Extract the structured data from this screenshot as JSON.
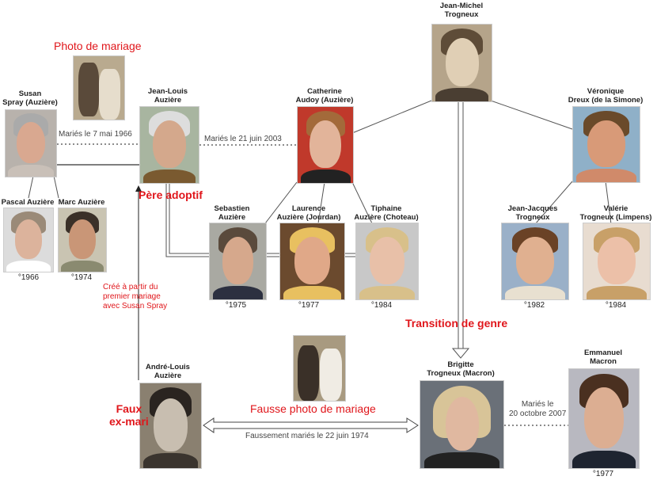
{
  "people": {
    "susan": {
      "name_1": "Susan",
      "name_2": "Spray (Auzière)"
    },
    "pascal": {
      "name": "Pascal Auzière",
      "year": "°1966"
    },
    "marc": {
      "name": "Marc Auzière",
      "year": "°1974"
    },
    "jean_louis": {
      "name_1": "Jean-Louis",
      "name_2": "Auzière"
    },
    "catherine": {
      "name_1": "Catherine",
      "name_2": "Audoy (Auzière)"
    },
    "jean_michel": {
      "name_1": "Jean-Michel",
      "name_2": "Trogneux"
    },
    "veronique": {
      "name_1": "Véronique",
      "name_2": "Dreux (de la Simone)"
    },
    "sebastien": {
      "name_1": "Sebastien",
      "name_2": "Auzière",
      "year": "°1975"
    },
    "laurence": {
      "name_1": "Laurence",
      "name_2": "Auzière (Jourdan)",
      "year": "°1977"
    },
    "tiphaine": {
      "name_1": "Tiphaine",
      "name_2": "Auzière (Choteau)",
      "year": "°1984"
    },
    "jean_jacques": {
      "name_1": "Jean-Jacques",
      "name_2": "Trogneux",
      "year": "°1982"
    },
    "valerie": {
      "name_1": "Valérie",
      "name_2": "Trogneux (Limpens)",
      "year": "°1984"
    },
    "andre_louis": {
      "name_1": "André-Louis",
      "name_2": "Auzière"
    },
    "brigitte": {
      "name_1": "Brigitte",
      "name_2": "Trogneux (Macron)"
    },
    "emmanuel": {
      "name_1": "Emmanuel",
      "name_2": "Macron",
      "year": "°1977"
    }
  },
  "annotations": {
    "photo_mariage": "Photo de mariage",
    "pere_adoptif": "Père adoptif",
    "transition": "Transition de genre",
    "faux_ex_mari_1": "Faux",
    "faux_ex_mari_2": "ex-mari",
    "fausse_photo": "Fausse photo de mariage",
    "cree_1": "Créé à partir du",
    "cree_2": "premier mariage",
    "cree_3": "avec Susan Spray"
  },
  "marriages": {
    "m1966": "Mariés le 7 mai 1966",
    "m2003": "Mariés le 21 juin 2003",
    "fake1974": "Faussement mariés le 22 juin 1974",
    "m2007_1": "Mariés le",
    "m2007_2": "20 octobre 2007"
  },
  "colors": {
    "accent_red": "#e0161b"
  }
}
